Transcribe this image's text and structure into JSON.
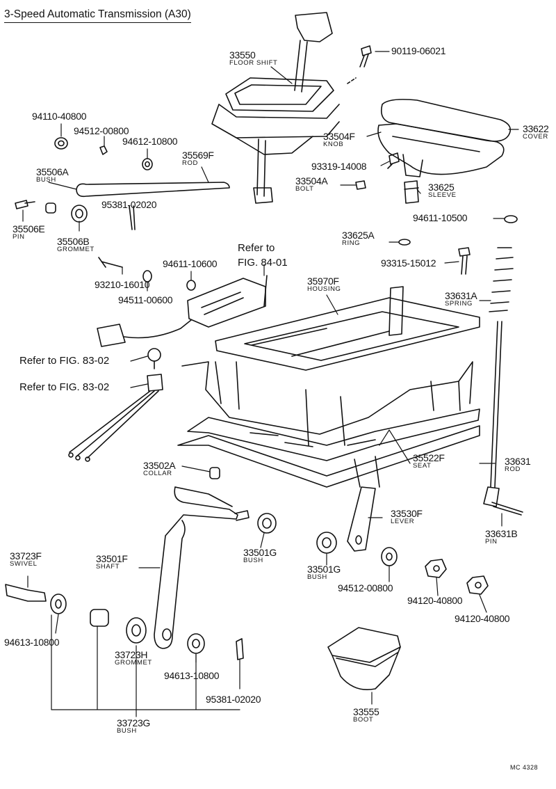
{
  "title": "3-Speed  Automatic Transmission (A30)",
  "footer_code": "MC  4328",
  "labels": [
    {
      "id": "33550",
      "sub": "FLOOR SHIFT"
    },
    {
      "id": "90119-06021",
      "sub": ""
    },
    {
      "id": "94110-40800",
      "sub": ""
    },
    {
      "id": "94512-00800",
      "sub": ""
    },
    {
      "id": "94612-10800",
      "sub": ""
    },
    {
      "id": "35569F",
      "sub": "ROD"
    },
    {
      "id": "35506A",
      "sub": "BUSH"
    },
    {
      "id": "95381-02020",
      "sub": ""
    },
    {
      "id": "35506E",
      "sub": "PIN"
    },
    {
      "id": "35506B",
      "sub": "GROMMET"
    },
    {
      "id": "33504F",
      "sub": "KNOB"
    },
    {
      "id": "33622",
      "sub": "COVER"
    },
    {
      "id": "93319-14008",
      "sub": ""
    },
    {
      "id": "33504A",
      "sub": "BOLT"
    },
    {
      "id": "33625",
      "sub": "SLEEVE"
    },
    {
      "id": "94611-10500",
      "sub": ""
    },
    {
      "id": "33625A",
      "sub": "RING"
    },
    {
      "id": "93315-15012",
      "sub": ""
    },
    {
      "id": "33631A",
      "sub": "SPRING"
    },
    {
      "id": "94611-10600",
      "sub": ""
    },
    {
      "id": "93210-16010",
      "sub": ""
    },
    {
      "id": "94511-00600",
      "sub": ""
    },
    {
      "id": "35970F",
      "sub": "HOUSING"
    },
    {
      "id": "35522F",
      "sub": "SEAT"
    },
    {
      "id": "33631",
      "sub": "ROD"
    },
    {
      "id": "33502A",
      "sub": "COLLAR"
    },
    {
      "id": "33530F",
      "sub": "LEVER"
    },
    {
      "id": "33631B",
      "sub": "PIN"
    },
    {
      "id": "33723F",
      "sub": "SWIVEL"
    },
    {
      "id": "33501F",
      "sub": "SHAFT"
    },
    {
      "id": "33501G",
      "sub": "BUSH"
    },
    {
      "id": "33501G",
      "sub": "BUSH"
    },
    {
      "id": "94512-00800",
      "sub": ""
    },
    {
      "id": "94120-40800",
      "sub": ""
    },
    {
      "id": "94120-40800",
      "sub": ""
    },
    {
      "id": "94613-10800",
      "sub": ""
    },
    {
      "id": "33723H",
      "sub": "GROMMET"
    },
    {
      "id": "94613-10800",
      "sub": ""
    },
    {
      "id": "95381-02020",
      "sub": ""
    },
    {
      "id": "33723G",
      "sub": "BUSH"
    },
    {
      "id": "33555",
      "sub": "BOOT"
    }
  ],
  "refs": [
    {
      "text": "Refer to"
    },
    {
      "text": "FIG. 84-01"
    },
    {
      "text": "Refer to FIG. 83-02"
    },
    {
      "text": "Refer to FIG. 83-02"
    }
  ]
}
